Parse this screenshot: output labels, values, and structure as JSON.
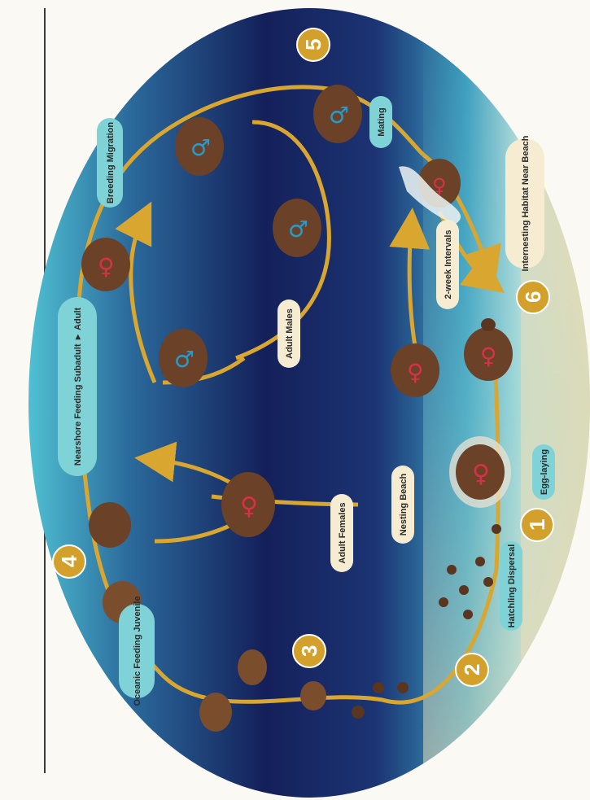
{
  "diagram": {
    "stages": [
      {
        "number": "1"
      },
      {
        "number": "2"
      },
      {
        "number": "3"
      },
      {
        "number": "4"
      },
      {
        "number": "5"
      },
      {
        "number": "6"
      }
    ],
    "labels": {
      "egg_laying": "Egg-laying",
      "hatchling_dispersal": "Hatchling Dispersal",
      "oceanic_feeding": "Oceanic Feeding Juvenile",
      "neritic_feeding": "Nearshore Feeding Subadult ► Adult",
      "breeding_migration": "Breeding Migration",
      "mating": "Mating",
      "internesting_habitat": "Internesting Habitat Near Beach",
      "two_week_intervals": "2-week Intervals",
      "adult_males": "Adult Males",
      "adult_females": "Adult Females",
      "nesting_beach": "Nesting Beach"
    },
    "symbols": {
      "female": "♀",
      "male": "♂"
    },
    "colors": {
      "deep_ocean": "#14205a",
      "shallow_water": "#46b8c8",
      "sand": "#ecdcb4",
      "arrow": "#d9a630",
      "turtle_shell": "#6b4227",
      "female_symbol": "#d9304a",
      "male_symbol": "#2a9ac9",
      "stage_badge": "#d4a02c",
      "teal_pill": "#7fd3d6",
      "cream_pill": "#f6ecd2"
    }
  }
}
